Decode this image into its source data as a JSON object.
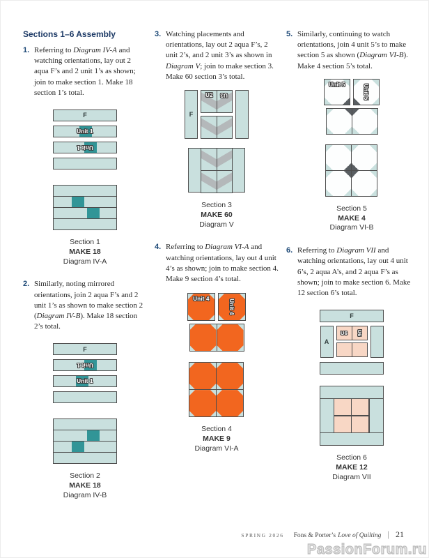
{
  "heading": "Sections 1–6 Assembly",
  "steps": [
    {
      "num": "1.",
      "pre": "Referring to ",
      "italic": "Diagram IV-A",
      "post": " and watching orientations, lay out 2 aqua F’s and 2 unit 1’s as shown; join to make section 1. Make 18 section 1’s total."
    },
    {
      "num": "2.",
      "pre": "Similarly, noting mirrored orientations, join 2 aqua F’s and 2 unit 1’s as shown to make section 2 (",
      "italic": "Diagram IV-B",
      "post": "). Make 18 section 2’s total."
    },
    {
      "num": "3.",
      "pre": "Watching placements and orientations, lay out 2 aqua F’s, 2 unit 2’s, and 2 unit 3’s as shown in ",
      "italic": "Diagram V",
      "post": "; join to make section 3. Make 60 section 3’s total."
    },
    {
      "num": "4.",
      "pre": "Referring to ",
      "italic": "Diagram VI-A",
      "post": " and watching orientations, lay out 4 unit 4’s as shown; join to make section 4. Make 9 section 4’s total."
    },
    {
      "num": "5.",
      "pre": "Similarly, continuing to watch orientations, join 4 unit 5’s to make section 5 as shown (",
      "italic": "Diagram VI-B",
      "post": "). Make 4 section 5’s total."
    },
    {
      "num": "6.",
      "pre": "Referring to ",
      "italic": "Diagram VII",
      "post": " and watching orientations, lay out 4 unit 6’s, 2 aqua A’s, and 2 aqua F’s as shown; join to make section 6. Make 12 section 6’s total."
    }
  ],
  "sections": [
    {
      "name": "Section 1",
      "make": "MAKE 18",
      "diagram": "Diagram IV-A"
    },
    {
      "name": "Section 2",
      "make": "MAKE 18",
      "diagram": "Diagram IV-B"
    },
    {
      "name": "Section 3",
      "make": "MAKE 60",
      "diagram": "Diagram V"
    },
    {
      "name": "Section 4",
      "make": "MAKE 9",
      "diagram": "Diagram VI-A"
    },
    {
      "name": "Section 5",
      "make": "MAKE 4",
      "diagram": "Diagram VI-B"
    },
    {
      "name": "Section 6",
      "make": "MAKE 12",
      "diagram": "Diagram VII"
    }
  ],
  "labels": {
    "f": "F",
    "a": "A",
    "unit1": "Unit 1",
    "u2": "U2",
    "u3": "U3",
    "unit4": "Unit 4",
    "unit5": "Unit 5",
    "u6": "U6"
  },
  "footer": {
    "issue": "SPRING 2026",
    "brand": "Fons & Porter’s",
    "magazine": "Love of Quilting",
    "divider": "|",
    "page_number": "21",
    "watermark": "PassionForum.ru"
  },
  "colors": {
    "aqua": "#c9e0de",
    "teal": "#319597",
    "chevron_gray": "#b4b8ba",
    "orange": "#f2661f",
    "peach": "#f8d7c5",
    "dark_gray": "#595e62",
    "heading_navy": "#1d3a66"
  }
}
